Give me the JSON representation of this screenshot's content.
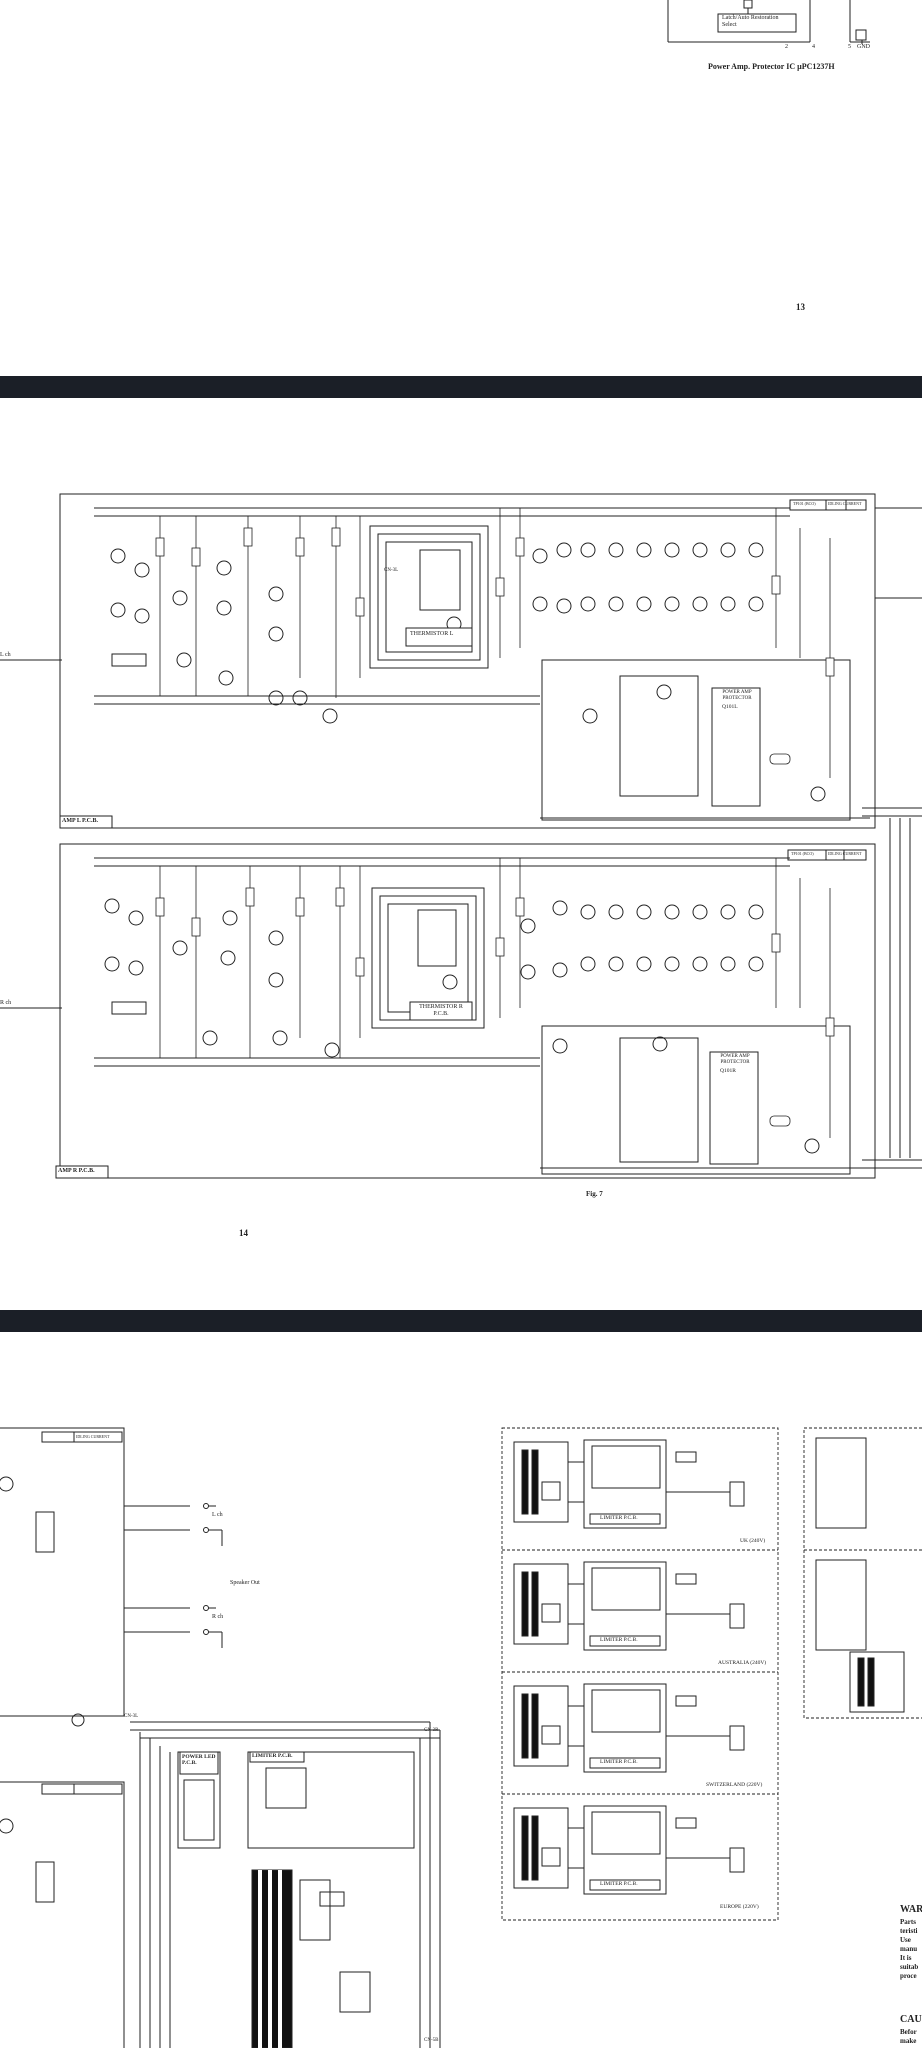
{
  "page1": {
    "ic_box_label": "Latch/Auto Restoration Select",
    "pin_labels": [
      "2",
      "4",
      "5",
      "GND"
    ],
    "caption": "Power Amp. Protector IC µPC1237H",
    "page_number": "13"
  },
  "page2": {
    "amp_l": {
      "pcb_label": "AMP L P.C.B.",
      "thermistor_label": "THERMISTOR L",
      "protector_label": "POWER AMP PROTECTOR",
      "protector_ic": "Q101L",
      "sensor_label": "TP101 (BCO)",
      "idle_label": "IDLING CURRENT",
      "connector": "CN-3L",
      "input_label": "L ch"
    },
    "amp_r": {
      "pcb_label": "AMP R P.C.B.",
      "thermistor_label": "THERMISTOR R P.C.B.",
      "protector_label": "POWER AMP PROTECTOR",
      "protector_ic": "Q101R",
      "sensor_label": "TP101 (BCO)",
      "idle_label": "IDLING CURRENT",
      "input_label": "R ch"
    },
    "fig_label": "Fig. 7",
    "page_number": "14"
  },
  "page3": {
    "left": {
      "idle_label": "IDLING CURRENT",
      "speaker_label": "Speaker Out",
      "l_ch": "L ch",
      "r_ch": "R ch",
      "power_led_label": "POWER LED P.C.B.",
      "limiter_label": "LIMITER P.C.B.",
      "connectors": [
        "CN-3L",
        "CN-3R",
        "CN-5B"
      ]
    },
    "variants": [
      {
        "limiter": "LIMITER P.C.B.",
        "region": "UK (240V)"
      },
      {
        "limiter": "LIMITER P.C.B.",
        "region": "AUSTRALIA (240V)"
      },
      {
        "limiter": "LIMITER P.C.B.",
        "region": "SWITZERLAND (220V)"
      },
      {
        "limiter": "LIMITER P.C.B.",
        "region": "EUROPE (220V)"
      }
    ],
    "warning_title": "WAR",
    "warning_lines": [
      "Parts",
      "teristi",
      "Use",
      "manu",
      "It is",
      "suitab",
      "proce"
    ],
    "caution_title": "CAU",
    "caution_lines": [
      "Befor",
      "make"
    ]
  },
  "colors": {
    "background": "#ffffff",
    "ink": "#222222",
    "divider": "#1b1f27"
  }
}
